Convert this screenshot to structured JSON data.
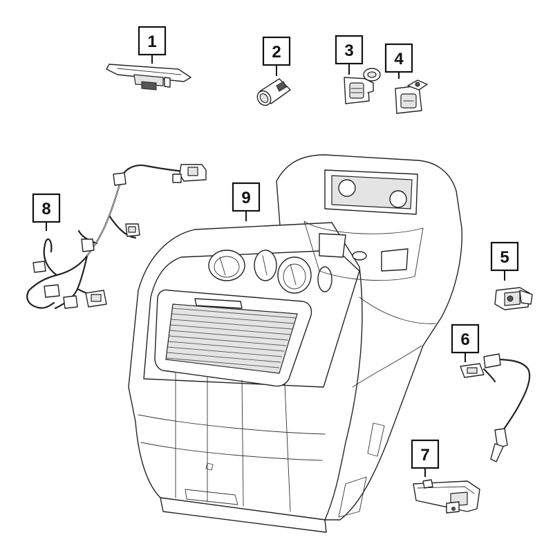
{
  "callouts": [
    {
      "label": "1",
      "part": "retainer-bracket"
    },
    {
      "label": "2",
      "part": "power-outlet"
    },
    {
      "label": "3",
      "part": "usb-port-with-cap"
    },
    {
      "label": "4",
      "part": "usb-port"
    },
    {
      "label": "5",
      "part": "small-connector-module"
    },
    {
      "label": "6",
      "part": "lamp-wire-harness"
    },
    {
      "label": "7",
      "part": "hinge-bracket"
    },
    {
      "label": "8",
      "part": "console-wiring-harness"
    },
    {
      "label": "9",
      "part": "floor-console-assembly"
    }
  ],
  "colors": {
    "line": "#222222",
    "background": "#ffffff",
    "fill_gray": "#e4e4e4"
  }
}
